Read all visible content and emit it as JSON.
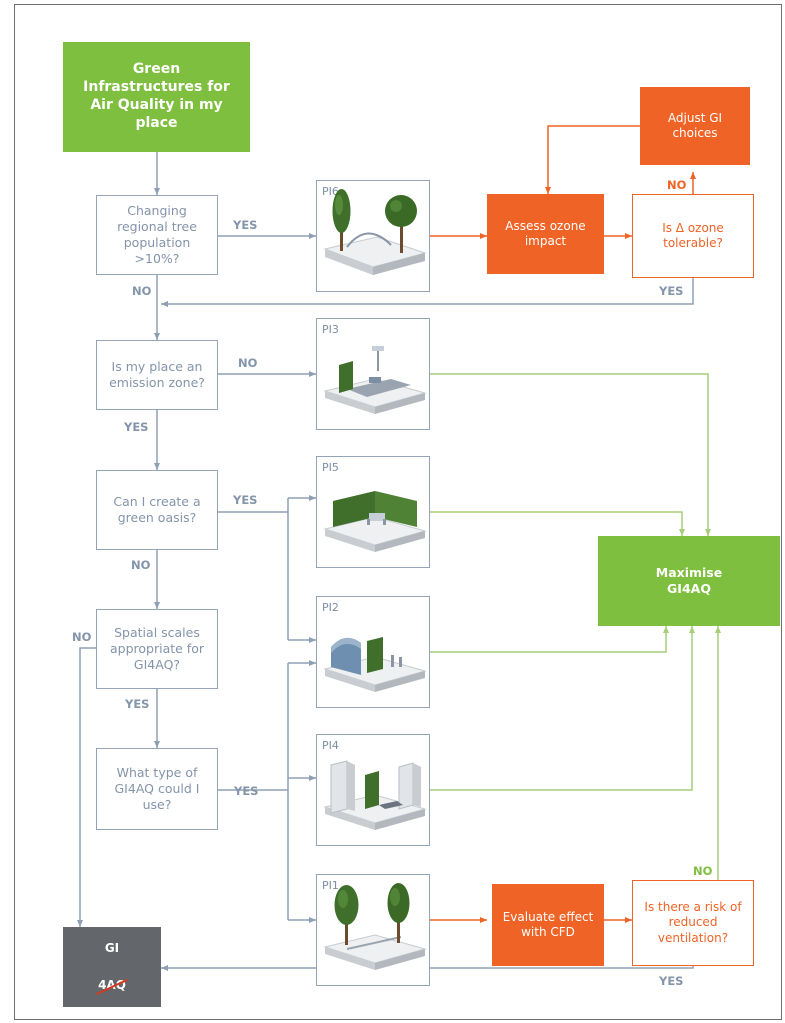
{
  "diagram": {
    "start": "Green Infrastructures for Air Quality in my place",
    "questions": {
      "q1": "Changing regional tree population >10%?",
      "q2": "Is my place an emission zone?",
      "q3": "Can I create a green oasis?",
      "q4": "Spatial scales appropriate for GI4AQ?",
      "q5": "What type of GI4AQ could I use?"
    },
    "panels": {
      "pi6": "PI6",
      "pi3": "PI3",
      "pi5": "PI5",
      "pi2": "PI2",
      "pi4": "PI4",
      "pi1": "PI1"
    },
    "actions": {
      "assess_ozone": "Assess ozone impact",
      "ozone_question": "Is Δ ozone tolerable?",
      "adjust_gi": "Adjust GI choices",
      "maximise": "Maximise GI4AQ",
      "evaluate_cfd": "Evaluate effect with CFD",
      "ventilation_question": "Is there a risk of reduced ventilation?"
    },
    "end": {
      "top": "GI",
      "bottom": "4AQ"
    },
    "edge_labels": {
      "q1_yes": "YES",
      "q1_no": "NO",
      "ozone_no": "NO",
      "ozone_yes": "YES",
      "q2_no": "NO",
      "q2_yes": "YES",
      "q3_yes": "YES",
      "q3_no": "NO",
      "q4_no": "NO",
      "q4_yes": "YES",
      "q5_yes": "YES",
      "vent_no": "NO",
      "vent_yes": "YES"
    }
  },
  "colors": {
    "green": "#7fbf3f",
    "orange": "#ef6326",
    "blue_gray": "#94a4b8",
    "dark_gray": "#63676c"
  }
}
